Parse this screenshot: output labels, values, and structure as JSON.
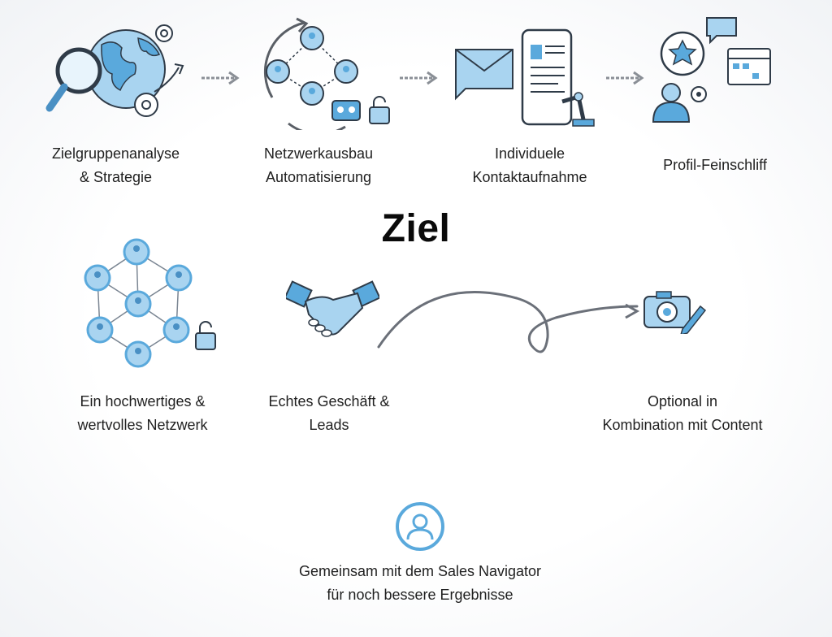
{
  "steps": [
    {
      "line1": "Zielgruppenanalyse",
      "line2": "& Strategie",
      "icon": "globe-magnifier-gear-icon"
    },
    {
      "line1": "Netzwerkausbau",
      "line2": "Automatisierung",
      "icon": "network-cycle-robot-icon"
    },
    {
      "line1": "Individuele",
      "line2": "Kontaktaufnahme",
      "icon": "envelope-phone-robotarm-icon"
    },
    {
      "line1": "Profil-Feinschliff",
      "line2": "",
      "icon": "profile-star-calendar-icon"
    }
  ],
  "goal": {
    "title": "Ziel"
  },
  "outcomes": [
    {
      "line1": "Ein hochwertiges &",
      "line2": "wertvolles Netzwerk",
      "icon": "network-graph-lock-icon"
    },
    {
      "line1": "Echtes Geschäft &",
      "line2": "Leads",
      "icon": "handshake-icon"
    },
    {
      "line1": "Optional in",
      "line2": "Kombination mit Content",
      "icon": "camera-pencil-icon"
    }
  ],
  "footer": {
    "line1": "Gemeinsam mit dem Sales Navigator",
    "line2": "für noch bessere Ergebnisse",
    "icon": "user-circle-icon"
  },
  "colors": {
    "accent": "#5aa9dc",
    "accent_light": "#a9d4f0",
    "stroke": "#2f3b48",
    "arrow": "#8a8f96"
  }
}
